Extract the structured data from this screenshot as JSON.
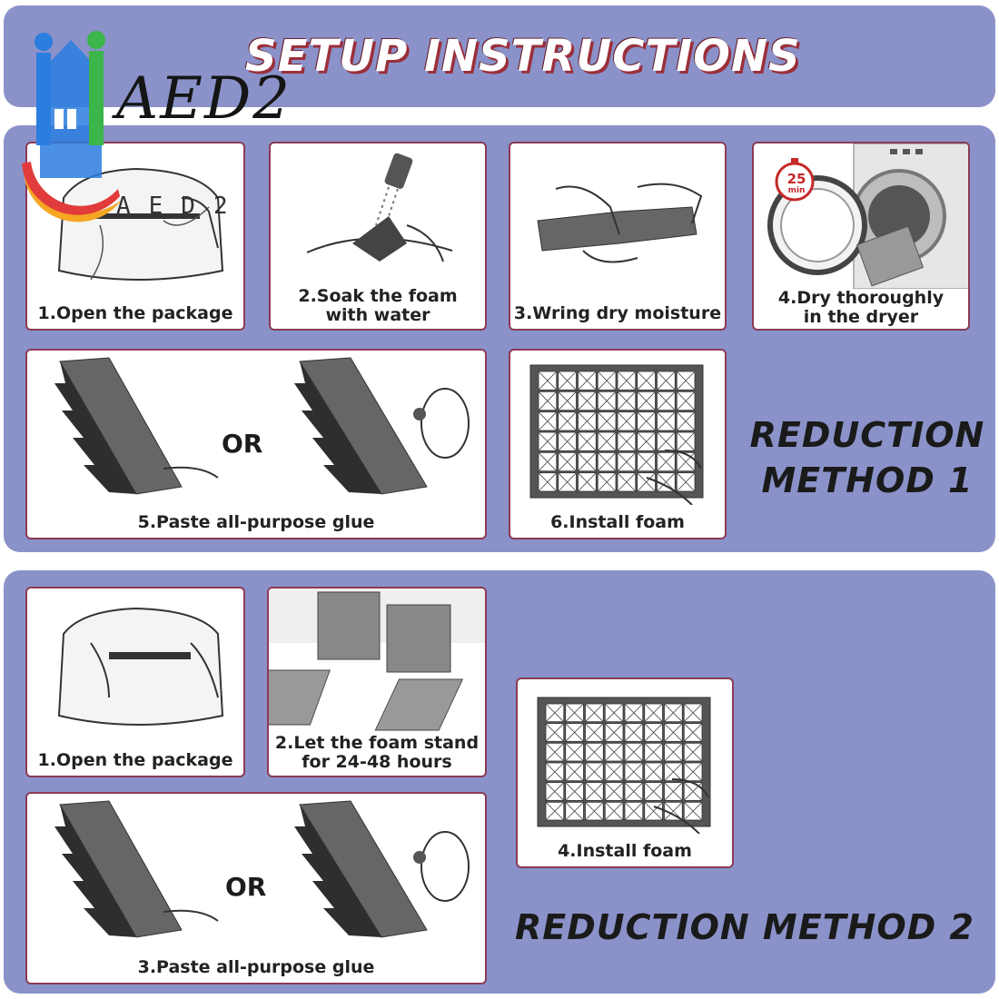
{
  "header": {
    "title": "SETUP INSTRUCTIONS"
  },
  "logo": {
    "text": "AED2",
    "subtext": "AED2"
  },
  "method1": {
    "label_line1": "REDUCTION",
    "label_line2": "METHOD 1",
    "steps": [
      {
        "caption": "1.Open the package"
      },
      {
        "caption_line1": "2.Soak the foam",
        "caption_line2": "with water"
      },
      {
        "caption": "3.Wring dry moisture"
      },
      {
        "caption_line1": "4.Dry thoroughly",
        "caption_line2": "in the dryer",
        "timer": "25",
        "timer_unit": "min"
      },
      {
        "caption": "5.Paste all-purpose glue",
        "or": "OR"
      },
      {
        "caption": "6.Install foam"
      }
    ]
  },
  "method2": {
    "label": "REDUCTION METHOD 2",
    "steps": [
      {
        "caption": "1.Open the package"
      },
      {
        "caption_line1": "2.Let the foam stand",
        "caption_line2": "for 24-48 hours"
      },
      {
        "caption": "3.Paste all-purpose glue",
        "or": "OR"
      },
      {
        "caption": "4.Install foam"
      }
    ]
  },
  "colors": {
    "panel": "#8a92c9",
    "card_border": "#8b3a56",
    "title_shadow": "#9b2f3a"
  }
}
